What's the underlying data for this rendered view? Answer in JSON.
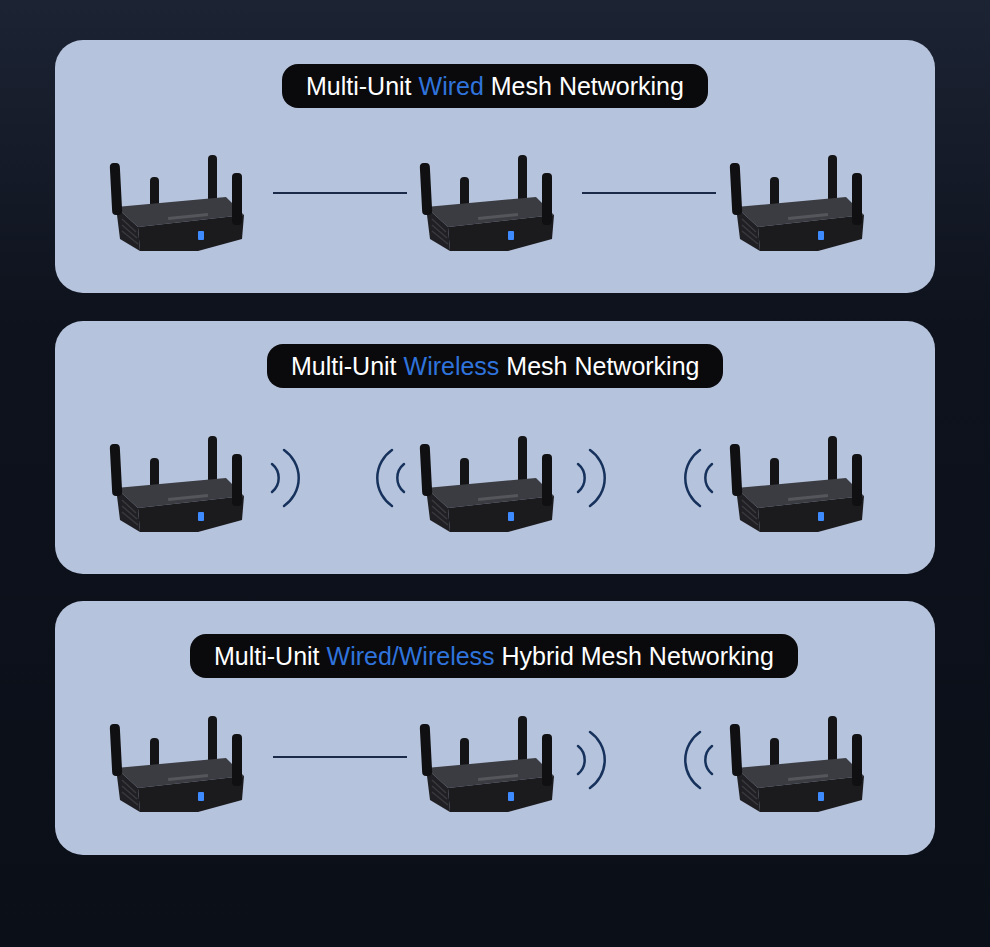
{
  "diagram": {
    "nodes": [
      {
        "text": [
          "Multi-Unit Wired Mesh Networking"
        ]
      },
      {
        "text": [
          "Multi-Unit Wireless Mesh Networking"
        ]
      },
      {
        "text": [
          "Multi-Unit Wired/Wireless Hybrid Mesh Networking"
        ]
      }
    ]
  }
}
